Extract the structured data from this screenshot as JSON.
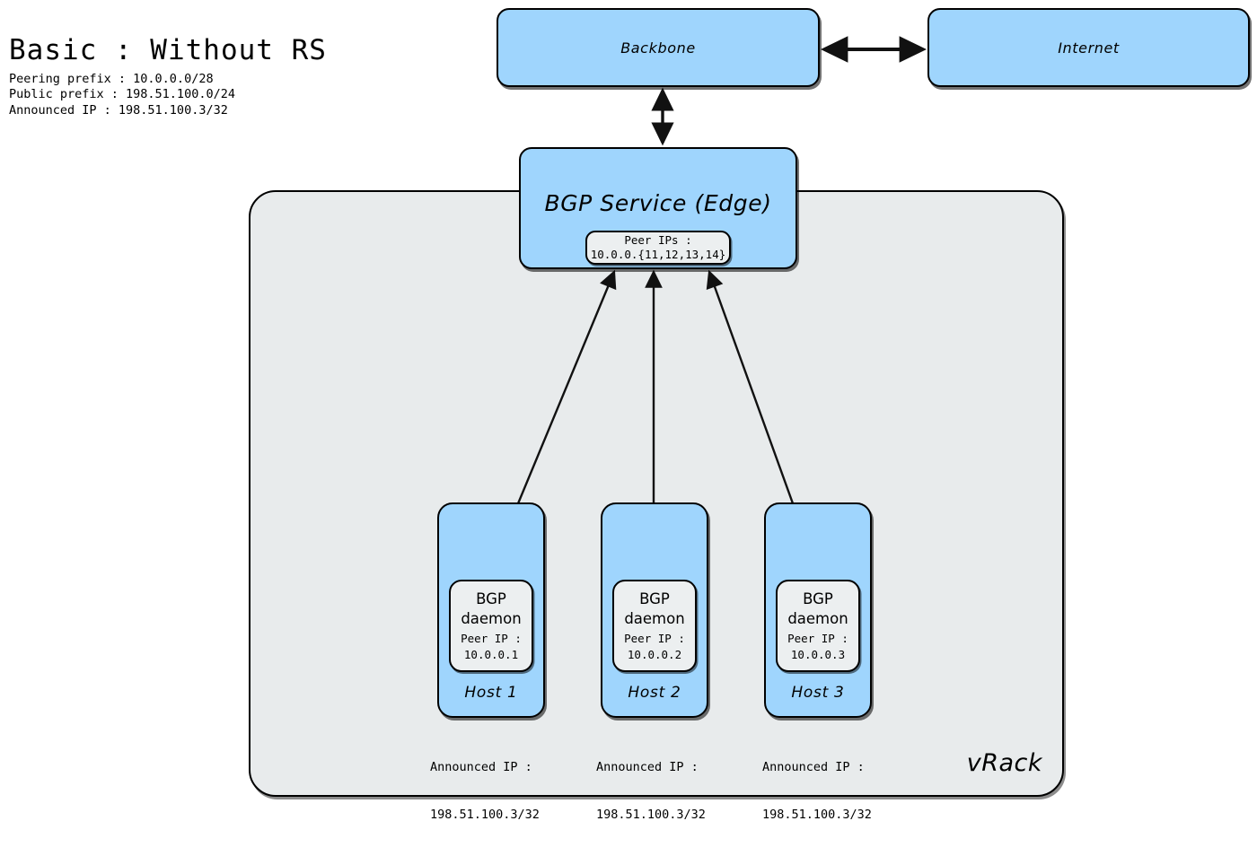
{
  "title": "Basic : Without RS",
  "legend": [
    "Peering prefix : 10.0.0.0/28",
    "Public prefix : 198.51.100.0/24",
    "Announced IP : 198.51.100.3/32"
  ],
  "colors": {
    "node_blue": "#9FD5FD",
    "container_gray": "#E8EBEC",
    "chip_gray": "#ECEFF0",
    "stroke": "#000000"
  },
  "top_nodes": {
    "backbone": "Backbone",
    "internet": "Internet"
  },
  "edge_service": {
    "label": "BGP Service (Edge)",
    "peer_chip_line1": "Peer IPs :",
    "peer_chip_line2": "10.0.0.{11,12,13,14}"
  },
  "vrack": {
    "label": "vRack"
  },
  "hosts": [
    {
      "name": "Host 1",
      "daemon_line1": "BGP",
      "daemon_line2": "daemon",
      "peer_label": "Peer IP :",
      "peer_ip": "10.0.0.1",
      "announced_label": "Announced IP :",
      "announced_ip": "198.51.100.3/32"
    },
    {
      "name": "Host 2",
      "daemon_line1": "BGP",
      "daemon_line2": "daemon",
      "peer_label": "Peer IP :",
      "peer_ip": "10.0.0.2",
      "announced_label": "Announced IP :",
      "announced_ip": "198.51.100.3/32"
    },
    {
      "name": "Host 3",
      "daemon_line1": "BGP",
      "daemon_line2": "daemon",
      "peer_label": "Peer IP :",
      "peer_ip": "10.0.0.3",
      "announced_label": "Announced IP :",
      "announced_ip": "198.51.100.3/32"
    }
  ],
  "connections": [
    {
      "name": "backbone-internet",
      "style": "bidirectional"
    },
    {
      "name": "backbone-bgp-service",
      "style": "bidirectional"
    },
    {
      "name": "bgp-service-host-1",
      "style": "bidirectional"
    },
    {
      "name": "bgp-service-host-2",
      "style": "bidirectional"
    },
    {
      "name": "bgp-service-host-3",
      "style": "bidirectional"
    }
  ]
}
